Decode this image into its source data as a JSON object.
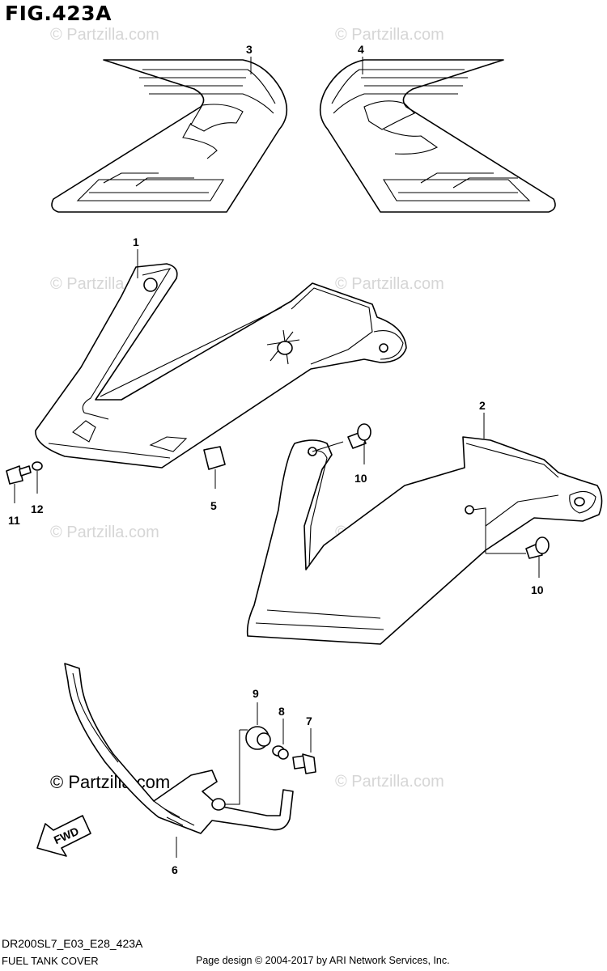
{
  "figure": {
    "title": "FIG.423A",
    "code": "DR200SL7_E03_E28_423A",
    "name": "FUEL TANK COVER",
    "credit": "Page design © 2004-2017 by ARI Network Services, Inc."
  },
  "watermark": {
    "text": "© Partzilla.com",
    "dark_text": "© Partzilla.com"
  },
  "arrow": {
    "label": "FWD"
  },
  "callouts": {
    "c1": "1",
    "c2": "2",
    "c3": "3",
    "c4": "4",
    "c5": "5",
    "c6": "6",
    "c7": "7",
    "c8": "8",
    "c9": "9",
    "c10a": "10",
    "c10b": "10",
    "c11": "11",
    "c12": "12"
  },
  "parts": [
    {
      "ref": "1",
      "part": "fuel-tank-cover-left"
    },
    {
      "ref": "2",
      "part": "fuel-tank-cover-right"
    },
    {
      "ref": "3",
      "part": "emblem-decal-left"
    },
    {
      "ref": "4",
      "part": "emblem-decal-right"
    },
    {
      "ref": "5",
      "part": "cushion"
    },
    {
      "ref": "6",
      "part": "bracket"
    },
    {
      "ref": "7",
      "part": "bolt"
    },
    {
      "ref": "8",
      "part": "collar"
    },
    {
      "ref": "9",
      "part": "grommet"
    },
    {
      "ref": "10",
      "part": "screw"
    },
    {
      "ref": "11",
      "part": "bolt"
    },
    {
      "ref": "12",
      "part": "washer"
    }
  ]
}
